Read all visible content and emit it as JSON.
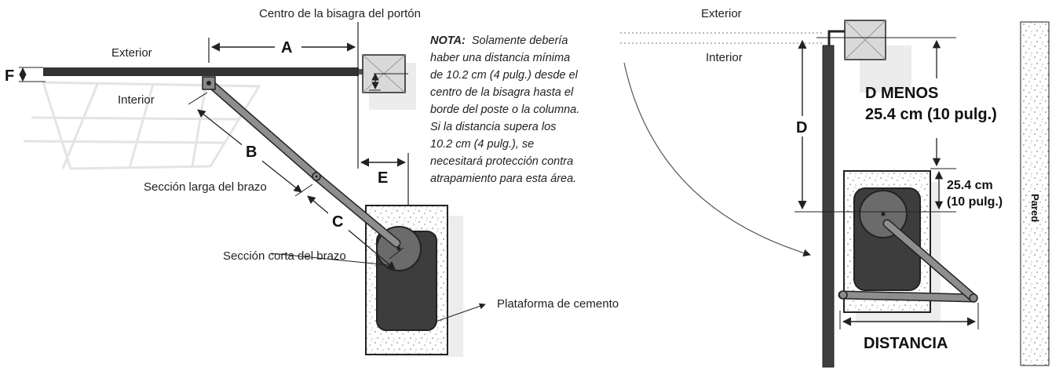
{
  "left_diagram": {
    "hinge_center_label": "Centro de la bisagra del portón",
    "exterior_label": "Exterior",
    "interior_label": "Interior",
    "dim_a": "A",
    "dim_b": "B",
    "dim_c": "C",
    "dim_e": "E",
    "dim_f": "F",
    "long_arm_label": "Sección larga del brazo",
    "short_arm_label": "Sección corta del brazo",
    "pad_label": "Plataforma de cemento"
  },
  "note": {
    "heading": "NOTA:",
    "lines": [
      "Solamente debería",
      "haber una distancia mínima",
      "de 10.2 cm (4 pulg.) desde el",
      "centro de la bisagra hasta el",
      "borde del poste o la columna.",
      "Si la distancia supera los",
      "10.2 cm (4 pulg.), se",
      "necesitará protección contra",
      "atrapamiento para esta área."
    ]
  },
  "right_diagram": {
    "exterior_label": "Exterior",
    "interior_label": "Interior",
    "dim_d": "D",
    "d_minus_line1": "D MENOS",
    "d_minus_line2": "25.4 cm (10 pulg.)",
    "offset_line1": "25.4 cm",
    "offset_line2": "(10 pulg.)",
    "wall_label": "Pared",
    "distance_label": "DISTANCIA"
  }
}
